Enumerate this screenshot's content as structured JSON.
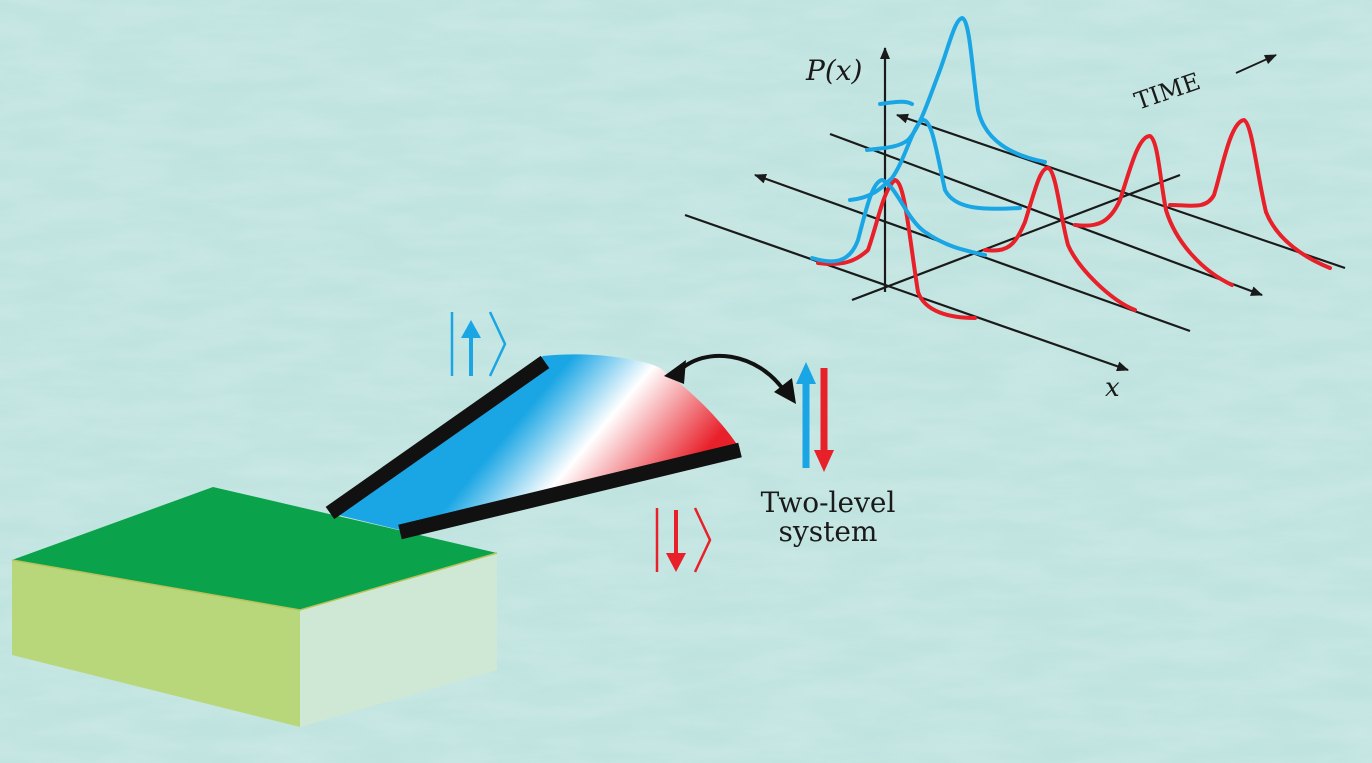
{
  "labels": {
    "py": "P(x)",
    "time": "TIME",
    "x_axis": "x",
    "system_line1": "Two-level",
    "system_line2": "system"
  },
  "icons": [
    "ket-up-icon",
    "ket-down-icon",
    "double-arrow-icon",
    "spin-up-arrow-icon",
    "spin-down-arrow-icon"
  ],
  "colors": {
    "background": "#bfe3df",
    "blue": "#1aa6e4",
    "red": "#e8202a",
    "slab_top": "#0aa24a",
    "slab_front": "#b8d67a",
    "slab_side": "#cfe8d6",
    "axes": "#1a1a1a"
  }
}
